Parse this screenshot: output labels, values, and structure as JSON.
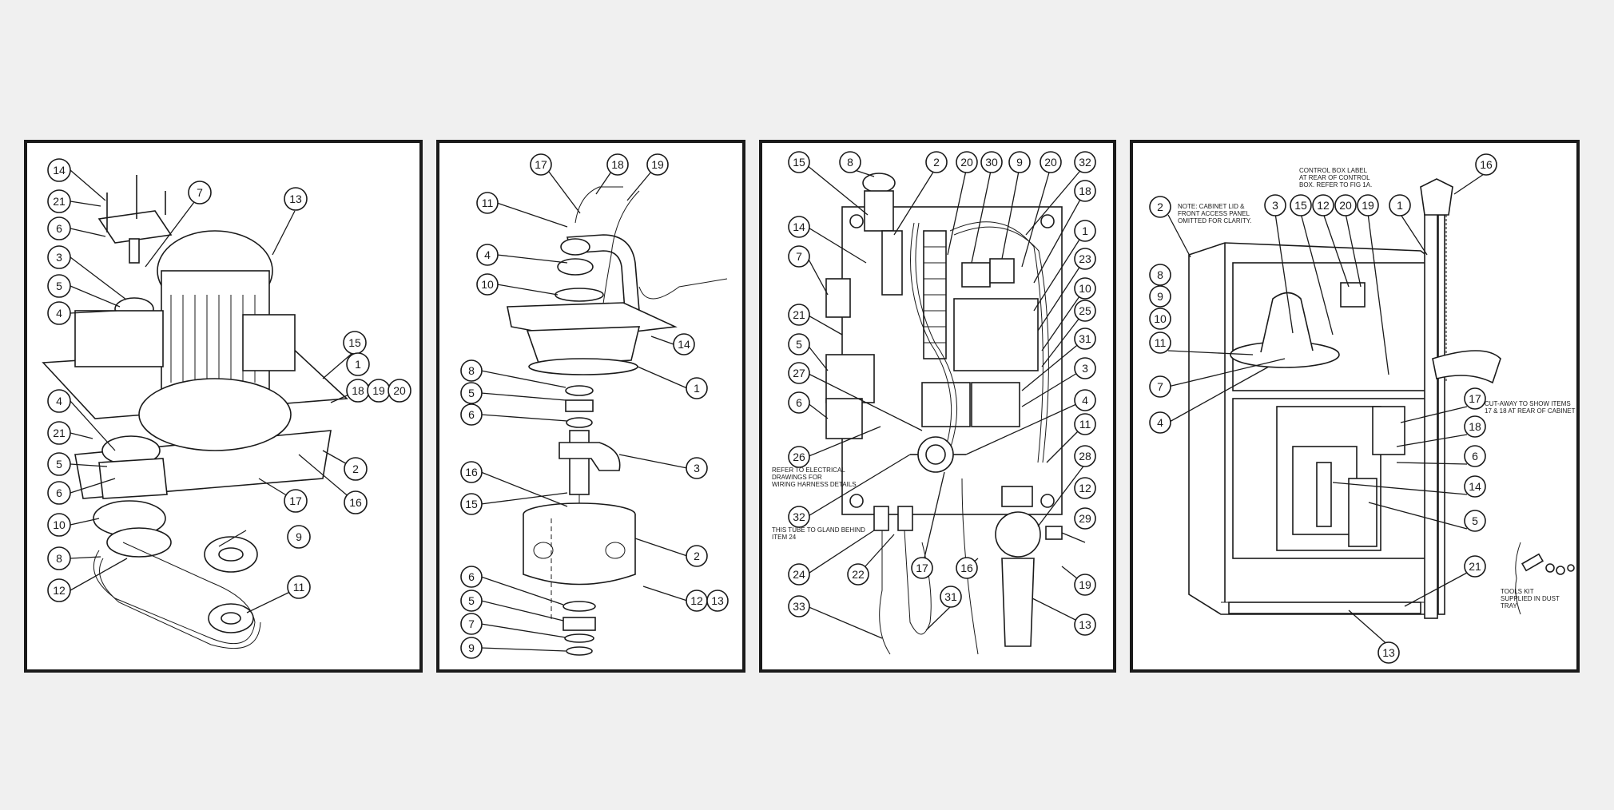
{
  "panels": [
    {
      "id": "motor-drive-assembly",
      "callouts": [
        "14",
        "21",
        "6",
        "3",
        "5",
        "4",
        "7",
        "13",
        "15",
        "1",
        "18",
        "19",
        "20",
        "4",
        "21",
        "5",
        "6",
        "10",
        "8",
        "12",
        "9",
        "11",
        "17",
        "16",
        "2"
      ]
    },
    {
      "id": "spindle-head-assembly",
      "callouts": [
        "17",
        "18",
        "19",
        "11",
        "4",
        "10",
        "14",
        "1",
        "8",
        "5",
        "6",
        "3",
        "16",
        "15",
        "2",
        "6",
        "5",
        "7",
        "9",
        "12",
        "13"
      ]
    },
    {
      "id": "control-box-assembly",
      "callouts": [
        "15",
        "8",
        "2",
        "20",
        "30",
        "9",
        "20",
        "32",
        "18",
        "14",
        "1",
        "7",
        "23",
        "21",
        "10",
        "25",
        "5",
        "31",
        "3",
        "27",
        "4",
        "6",
        "11",
        "26",
        "28",
        "12",
        "32",
        "29",
        "24",
        "22",
        "17",
        "16",
        "19",
        "33",
        "31",
        "13"
      ],
      "notes": {
        "wiring": "REFER TO ELECTRICAL\nDRAWINGS FOR\nWIRING HARNESS DETAILS",
        "gland": "THIS TUBE TO GLAND BEHIND\nITEM 24"
      }
    },
    {
      "id": "cabinet-assembly",
      "callouts": [
        "16",
        "2",
        "3",
        "15",
        "12",
        "20",
        "19",
        "1",
        "8",
        "9",
        "10",
        "11",
        "7",
        "4",
        "17",
        "18",
        "6",
        "14",
        "5",
        "21",
        "13"
      ],
      "notes": {
        "control_box_label": "CONTROL BOX LABEL\nAT REAR OF CONTROL\nBOX. REFER TO FIG 1A.",
        "cabinet_lid": "NOTE: CABINET LID &\nFRONT ACCESS PANEL\nOMITTED FOR CLARITY.",
        "cutaway": "CUT-AWAY TO SHOW ITEMS\n17 & 18 AT REAR OF CABINET",
        "tools_kit": "TOOLS KIT\nSUPPLIED IN DUST TRAY"
      }
    }
  ],
  "colors": {
    "background": "#f0f0f0",
    "line": "#1a1a1a",
    "panel": "#ffffff"
  }
}
